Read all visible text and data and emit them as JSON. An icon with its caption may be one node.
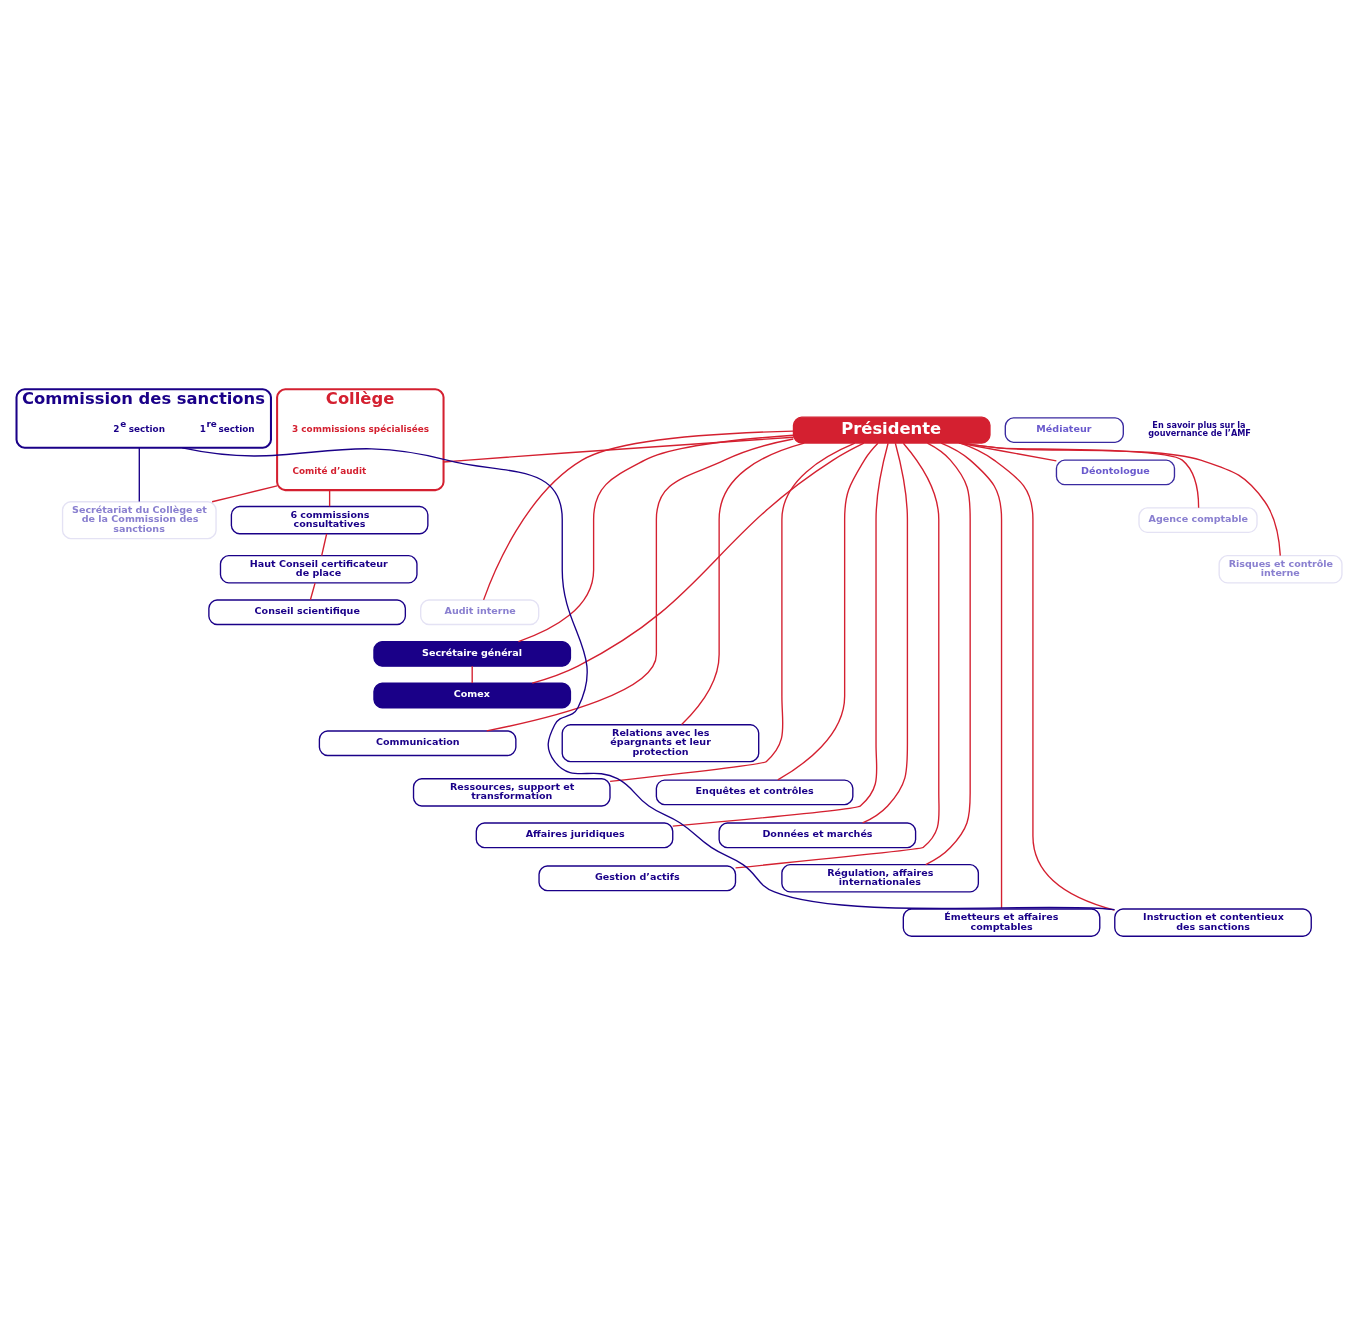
{
  "diagram": {
    "nodes": [
      {
        "text": [
          "Présidente"
        ]
      },
      {
        "text": [
          "Collège"
        ]
      },
      {
        "text": [
          "3 commissions spécialisées"
        ],
        "in": 1
      },
      {
        "text": [
          "Comité d’audit"
        ],
        "in": 1
      },
      {
        "text": [
          "Commission des sanctions"
        ]
      },
      {
        "text": [
          "1$^{re}$ section"
        ],
        "in": 4
      },
      {
        "text": [
          "2$^{e}$ section"
        ],
        "in": 4
      },
      {
        "text": [
          "Médiateur"
        ]
      },
      {
        "text": [
          "Déontologue"
        ]
      },
      {
        "text": [
          "6 commissions consultatives"
        ]
      },
      {
        "text": [
          "Haut Conseil certificateur de place"
        ]
      },
      {
        "text": [
          "Agence comptable"
        ]
      },
      {
        "text": [
          "Risques et contrôle interne"
        ]
      },
      {
        "text": [
          "Audit interne"
        ]
      },
      {
        "text": [
          "Conseil scientifique"
        ]
      },
      {
        "text": [
          "Secrétariat du Collège et de la Commission des sanctions"
        ]
      },
      {
        "text": [
          "Secrétaire général"
        ]
      },
      {
        "text": [
          "Comex"
        ]
      },
      {
        "text": [
          "Communication"
        ]
      },
      {
        "text": [
          "Relations avec les épargnants et leur protection"
        ]
      },
      {
        "text": [
          "Ressources, support et transformation"
        ]
      },
      {
        "text": [
          "Enquêtes et contrôles"
        ]
      },
      {
        "text": [
          "Affaires juridiques"
        ]
      },
      {
        "text": [
          "Données et marchés"
        ]
      },
      {
        "text": [
          "Gestion d’actifs"
        ]
      },
      {
        "text": [
          "Régulation, affaires internationales"
        ]
      },
      {
        "text": [
          "Émetteurs et affaires comptables"
        ]
      },
      {
        "text": [
          "Instruction et contentieux des sanctions"
        ]
      }
    ],
    "edges": [
      {
        "from": 0,
        "to": 1,
        "arrow": "none"
      },
      {
        "from": 0,
        "to": 8,
        "arrow": "none"
      },
      {
        "from": 0,
        "to": 11,
        "arrow": "none"
      },
      {
        "from": 0,
        "to": 12,
        "arrow": "none"
      },
      {
        "from": 0,
        "to": 13,
        "arrow": "none"
      },
      {
        "from": 1,
        "to": 9,
        "arrow": "none"
      },
      {
        "from": 9,
        "to": 10,
        "arrow": "none"
      },
      {
        "from": 10,
        "to": 14,
        "arrow": "none"
      },
      {
        "from": 1,
        "to": 15,
        "arrow": "none"
      },
      {
        "from": 4,
        "to": 15,
        "arrow": "none",
        "color": "#1a0088"
      },
      {
        "from": 0,
        "to": 16,
        "arrow": "none"
      },
      {
        "from": 16,
        "to": 17,
        "arrow": "none"
      },
      {
        "from": 0,
        "to": 17,
        "arrow": "none"
      },
      {
        "from": 0,
        "to": 18,
        "arrow": "none"
      },
      {
        "from": 0,
        "to": 19,
        "arrow": "none"
      },
      {
        "from": 0,
        "to": 20,
        "arrow": "none"
      },
      {
        "from": 0,
        "to": 21,
        "arrow": "none"
      },
      {
        "from": 0,
        "to": 22,
        "arrow": "none"
      },
      {
        "from": 0,
        "to": 23,
        "arrow": "none"
      },
      {
        "from": 0,
        "to": 24,
        "arrow": "none"
      },
      {
        "from": 0,
        "to": 25,
        "arrow": "none"
      },
      {
        "from": 0,
        "to": 26,
        "arrow": "none"
      },
      {
        "from": 0,
        "to": 27,
        "arrow": "none"
      },
      {
        "from": 4,
        "to": 27,
        "arrow": "none",
        "color": "#1a0088"
      }
    ],
    "labels": [
      "En savoir plus sur la gouvernance de l’AMF"
    ]
  }
}
